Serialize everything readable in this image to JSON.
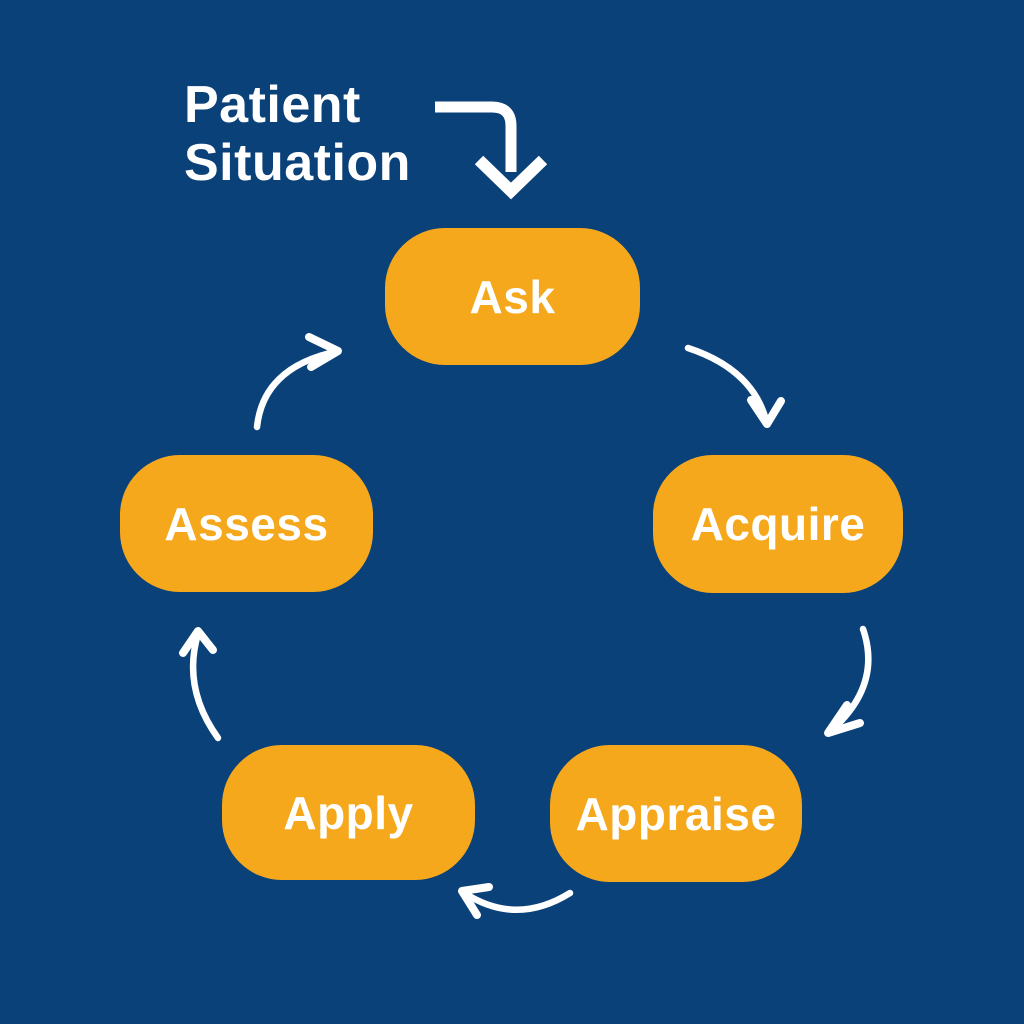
{
  "title": {
    "line1": "Patient",
    "line2": "Situation"
  },
  "colors": {
    "background": "#0B4179",
    "box": "#F6A81C",
    "text": "#FFFFFF",
    "arrow": "#FFFFFF"
  },
  "diagram": {
    "type": "cycle",
    "description": "Evidence-based practice cycle entered from the patient situation",
    "entry_point": "Patient Situation",
    "steps": [
      {
        "id": "ask",
        "label": "Ask"
      },
      {
        "id": "acquire",
        "label": "Acquire"
      },
      {
        "id": "appraise",
        "label": "Appraise"
      },
      {
        "id": "apply",
        "label": "Apply"
      },
      {
        "id": "assess",
        "label": "Assess"
      }
    ],
    "connections": [
      {
        "from": "Patient Situation",
        "to": "Ask"
      },
      {
        "from": "Ask",
        "to": "Acquire"
      },
      {
        "from": "Acquire",
        "to": "Appraise"
      },
      {
        "from": "Appraise",
        "to": "Apply"
      },
      {
        "from": "Apply",
        "to": "Assess"
      },
      {
        "from": "Assess",
        "to": "Ask"
      }
    ]
  }
}
